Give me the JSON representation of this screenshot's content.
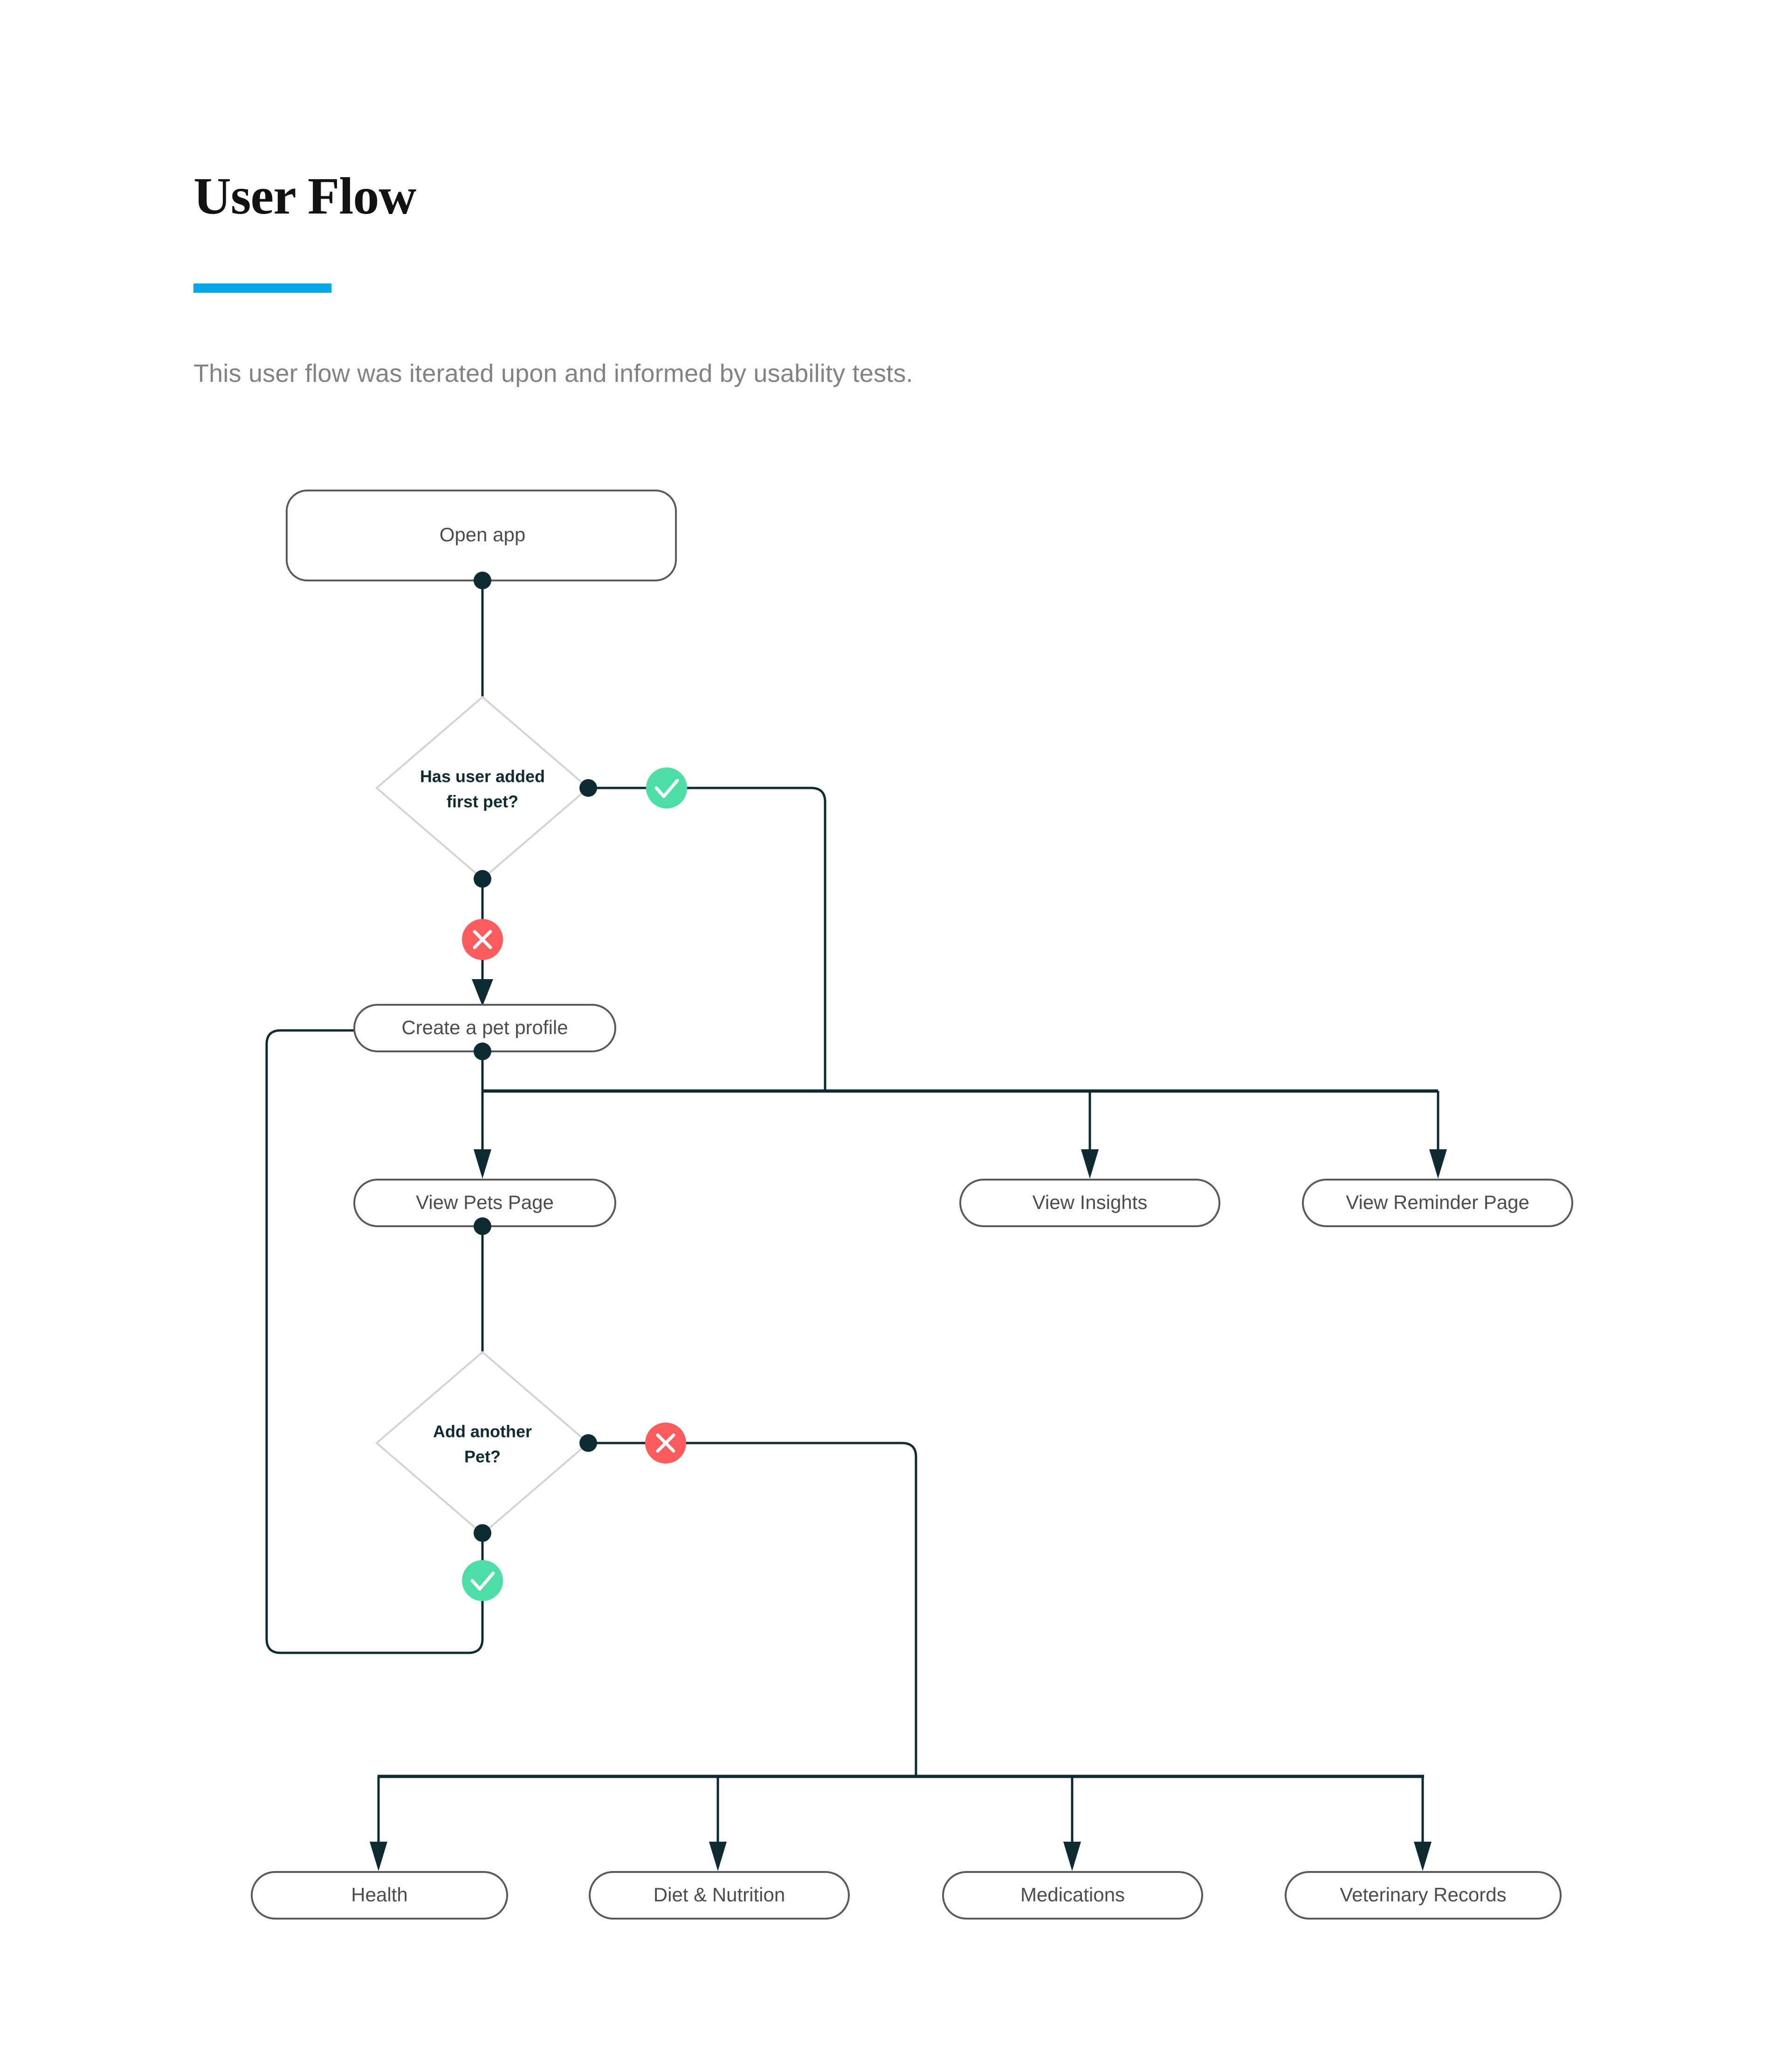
{
  "header": {
    "title": "User Flow",
    "rule_color": "#06A7EA",
    "subtitle": "This user flow was iterated upon and informed by usability tests."
  },
  "flowchart": {
    "type": "flowchart",
    "colors": {
      "node_border": "#58595b",
      "node_text": "#4b4b50",
      "diamond_border": "#d2d3d5",
      "diamond_text": "#0e2b33",
      "edge": "#0e2b33",
      "yes_badge": "#4DDDA6",
      "no_badge": "#FC5C5C",
      "background": "#ffffff"
    },
    "nodes": {
      "open_app": "Open app",
      "has_first_pet": "Has user added",
      "has_first_pet_line2": "first pet?",
      "create_profile": "Create a pet profile",
      "view_pets": "View Pets Page",
      "view_insights": "View Insights",
      "view_reminder": "View Reminder Page",
      "add_another": "Add another",
      "add_another_line2": "Pet?",
      "health": "Health",
      "diet": "Diet & Nutrition",
      "medications": "Medications",
      "vet_records": "Veterinary Records"
    },
    "badges": {
      "yes_first_pet": "check-badge",
      "no_first_pet": "cross-badge",
      "no_add_another": "cross-badge",
      "yes_add_another": "check-badge"
    }
  }
}
